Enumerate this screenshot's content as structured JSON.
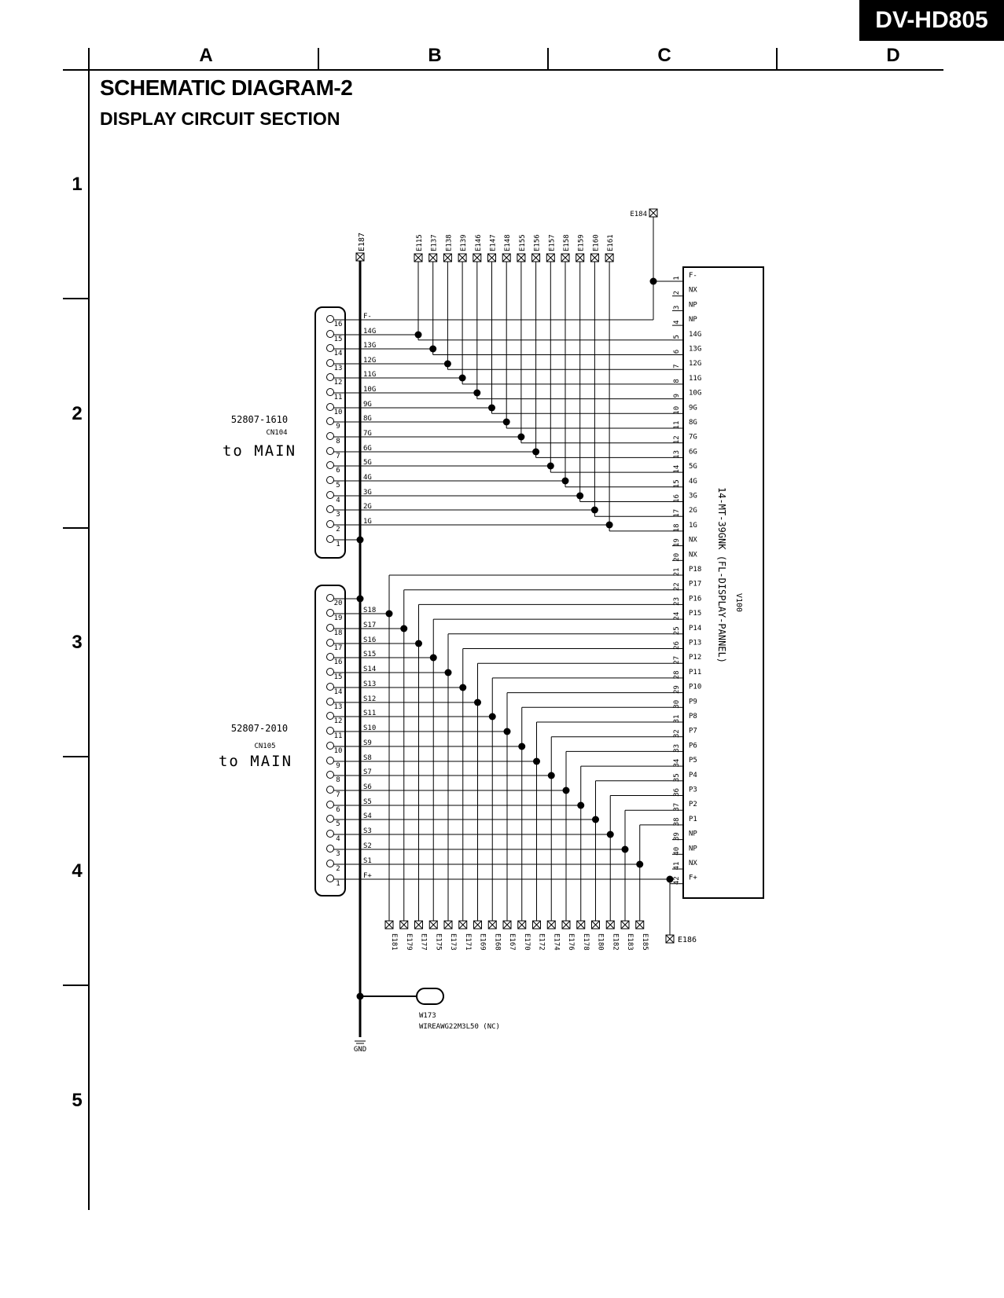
{
  "model": "DV-HD805",
  "title": "SCHEMATIC DIAGRAM-2",
  "subtitle": "DISPLAY CIRCUIT SECTION",
  "columns": [
    "A",
    "B",
    "C",
    "D"
  ],
  "rows": [
    "1",
    "2",
    "3",
    "4",
    "5"
  ],
  "connector_top": {
    "part": "52807-1610",
    "ref": "CN104",
    "dest": "to MAIN",
    "pins": [
      {
        "n": "16",
        "sig": "F-"
      },
      {
        "n": "15",
        "sig": "14G"
      },
      {
        "n": "14",
        "sig": "13G"
      },
      {
        "n": "13",
        "sig": "12G"
      },
      {
        "n": "12",
        "sig": "11G"
      },
      {
        "n": "11",
        "sig": "10G"
      },
      {
        "n": "10",
        "sig": "9G"
      },
      {
        "n": "9",
        "sig": "8G"
      },
      {
        "n": "8",
        "sig": "7G"
      },
      {
        "n": "7",
        "sig": "6G"
      },
      {
        "n": "6",
        "sig": "5G"
      },
      {
        "n": "5",
        "sig": "4G"
      },
      {
        "n": "4",
        "sig": "3G"
      },
      {
        "n": "3",
        "sig": "2G"
      },
      {
        "n": "2",
        "sig": "1G"
      },
      {
        "n": "1",
        "sig": ""
      }
    ]
  },
  "connector_bottom": {
    "part": "52807-2010",
    "ref": "CN105",
    "dest": "to MAIN",
    "pins": [
      {
        "n": "20",
        "sig": ""
      },
      {
        "n": "19",
        "sig": "S18"
      },
      {
        "n": "18",
        "sig": "S17"
      },
      {
        "n": "17",
        "sig": "S16"
      },
      {
        "n": "16",
        "sig": "S15"
      },
      {
        "n": "15",
        "sig": "S14"
      },
      {
        "n": "14",
        "sig": "S13"
      },
      {
        "n": "13",
        "sig": "S12"
      },
      {
        "n": "12",
        "sig": "S11"
      },
      {
        "n": "11",
        "sig": "S10"
      },
      {
        "n": "10",
        "sig": "S9"
      },
      {
        "n": "9",
        "sig": "S8"
      },
      {
        "n": "8",
        "sig": "S7"
      },
      {
        "n": "7",
        "sig": "S6"
      },
      {
        "n": "6",
        "sig": "S5"
      },
      {
        "n": "5",
        "sig": "S4"
      },
      {
        "n": "4",
        "sig": "S3"
      },
      {
        "n": "3",
        "sig": "S2"
      },
      {
        "n": "2",
        "sig": "S1"
      },
      {
        "n": "1",
        "sig": "F+"
      }
    ]
  },
  "display": {
    "part": "14-MT-39GNK (FL-DISPLAY-PANNEL)",
    "ref": "V100",
    "pins": [
      {
        "n": "1",
        "sig": "F-"
      },
      {
        "n": "2",
        "sig": "NX"
      },
      {
        "n": "3",
        "sig": "NP"
      },
      {
        "n": "4",
        "sig": "NP"
      },
      {
        "n": "5",
        "sig": "14G"
      },
      {
        "n": "6",
        "sig": "13G"
      },
      {
        "n": "7",
        "sig": "12G"
      },
      {
        "n": "8",
        "sig": "11G"
      },
      {
        "n": "9",
        "sig": "10G"
      },
      {
        "n": "10",
        "sig": "9G"
      },
      {
        "n": "11",
        "sig": "8G"
      },
      {
        "n": "12",
        "sig": "7G"
      },
      {
        "n": "13",
        "sig": "6G"
      },
      {
        "n": "14",
        "sig": "5G"
      },
      {
        "n": "15",
        "sig": "4G"
      },
      {
        "n": "16",
        "sig": "3G"
      },
      {
        "n": "17",
        "sig": "2G"
      },
      {
        "n": "18",
        "sig": "1G"
      },
      {
        "n": "19",
        "sig": "NX"
      },
      {
        "n": "20",
        "sig": "NX"
      },
      {
        "n": "21",
        "sig": "P18"
      },
      {
        "n": "22",
        "sig": "P17"
      },
      {
        "n": "23",
        "sig": "P16"
      },
      {
        "n": "24",
        "sig": "P15"
      },
      {
        "n": "25",
        "sig": "P14"
      },
      {
        "n": "26",
        "sig": "P13"
      },
      {
        "n": "27",
        "sig": "P12"
      },
      {
        "n": "28",
        "sig": "P11"
      },
      {
        "n": "29",
        "sig": "P10"
      },
      {
        "n": "30",
        "sig": "P9"
      },
      {
        "n": "31",
        "sig": "P8"
      },
      {
        "n": "32",
        "sig": "P7"
      },
      {
        "n": "33",
        "sig": "P6"
      },
      {
        "n": "34",
        "sig": "P5"
      },
      {
        "n": "35",
        "sig": "P4"
      },
      {
        "n": "36",
        "sig": "P3"
      },
      {
        "n": "37",
        "sig": "P2"
      },
      {
        "n": "38",
        "sig": "P1"
      },
      {
        "n": "39",
        "sig": "NP"
      },
      {
        "n": "40",
        "sig": "NP"
      },
      {
        "n": "41",
        "sig": "NX"
      },
      {
        "n": "42",
        "sig": "F+"
      }
    ]
  },
  "test_points_top": [
    "E115",
    "E137",
    "E138",
    "E139",
    "E146",
    "E147",
    "E148",
    "E155",
    "E156",
    "E157",
    "E158",
    "E159",
    "E160",
    "E161"
  ],
  "test_points_bottom": [
    "E181",
    "E179",
    "E177",
    "E175",
    "E173",
    "E171",
    "E169",
    "E168",
    "E167",
    "E170",
    "E172",
    "E174",
    "E176",
    "E178",
    "E180",
    "E182",
    "E183",
    "E185"
  ],
  "tp_gnd": "E187",
  "tp_fminus": "E184",
  "tp_fplus": "E186",
  "wire": {
    "ref": "W173",
    "part": "WIREAWG22M3L50 (NC)"
  },
  "gnd_label": "GND"
}
